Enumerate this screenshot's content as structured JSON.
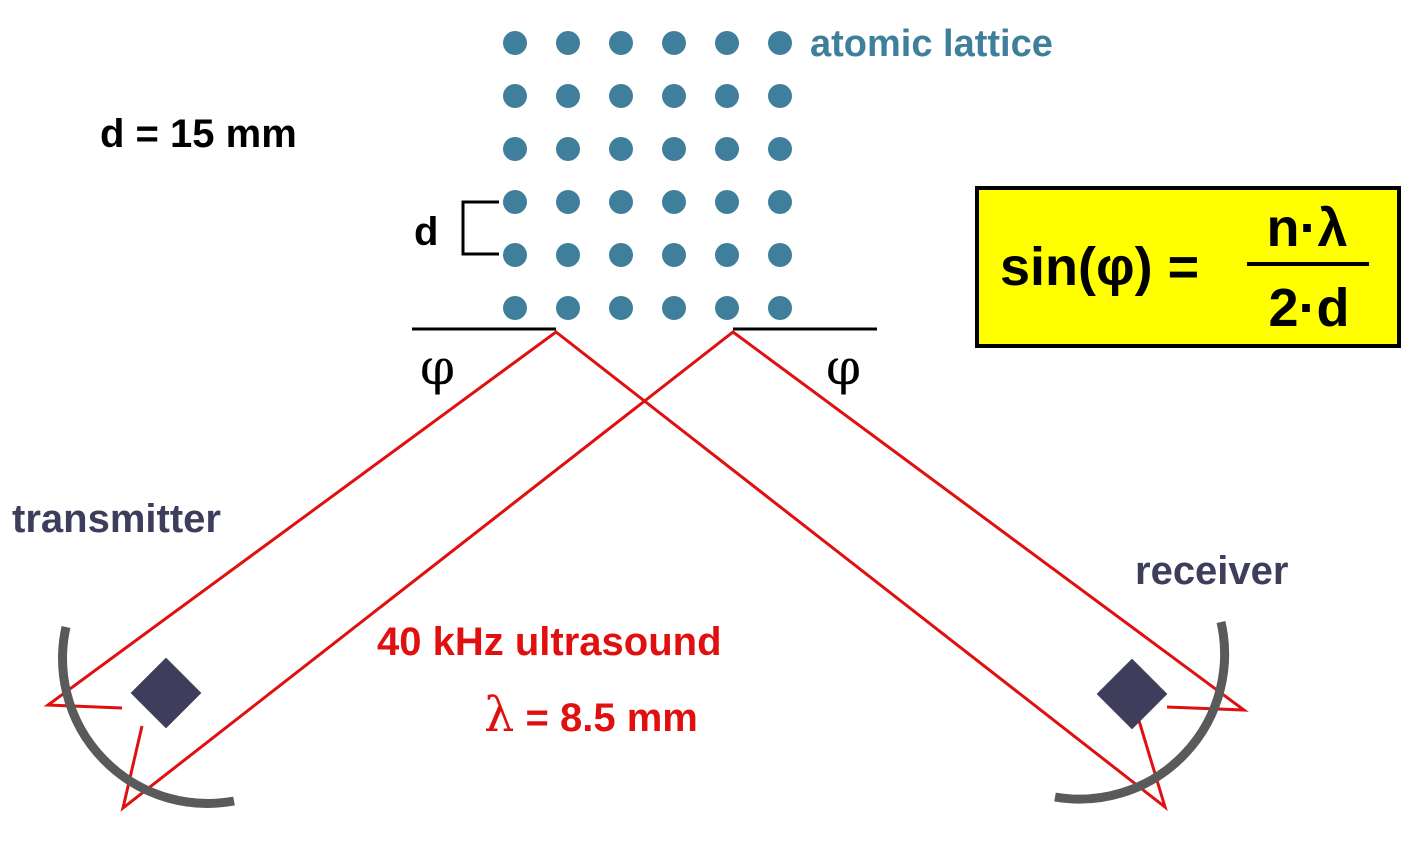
{
  "labels": {
    "lattice": "atomic lattice",
    "spacing_value": "d = 15 mm",
    "spacing_marker": "d",
    "angle_left": "φ",
    "angle_right": "φ",
    "transmitter": "transmitter",
    "receiver": "receiver",
    "frequency": "40 kHz ultrasound",
    "wavelength_symbol": "λ",
    "wavelength_value": " = 8.5 mm"
  },
  "formula": {
    "lhs": "sin(φ) =",
    "numerator": "n·λ",
    "denominator": "2·d"
  },
  "lattice": {
    "rows": 6,
    "cols": 6
  },
  "colors": {
    "lattice_dot": "#3f7f9b",
    "beam": "#e01010",
    "device": "#3e3e5c",
    "reflector": "#5a5a5a",
    "formula_bg": "#ffff00",
    "text": "#000000"
  }
}
